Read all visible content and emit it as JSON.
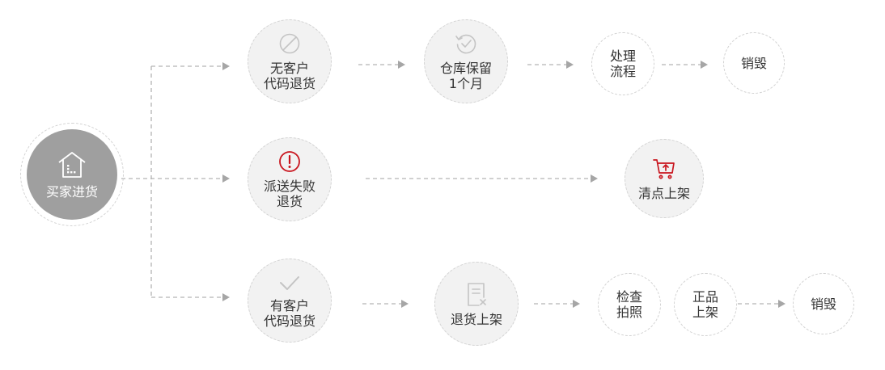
{
  "start": {
    "label": "买家进货"
  },
  "branches": [
    {
      "label": "无客户\n代码退货",
      "icon": "prohibited-icon",
      "steps": [
        {
          "label": "仓库保留\n1个月",
          "icon": "refresh-check-icon"
        },
        {
          "label": "处理\n流程"
        },
        {
          "label": "销毁"
        }
      ]
    },
    {
      "label": "派送失败\n退货",
      "icon": "alert-icon",
      "steps": [
        {
          "label": "清点上架",
          "icon": "cart-upload-icon"
        }
      ]
    },
    {
      "label": "有客户\n代码退货",
      "icon": "checkmark-icon",
      "steps": [
        {
          "label": "退货上架",
          "icon": "document-x-icon"
        },
        {
          "label": "检查\n拍照"
        },
        {
          "label": "正品\n上架"
        },
        {
          "label": "销毁"
        }
      ]
    }
  ],
  "colors": {
    "accent": "#c9151e",
    "icon_gray": "#c4c4c4",
    "start_fill": "#9f9f9f",
    "line": "#b3b3b3"
  }
}
